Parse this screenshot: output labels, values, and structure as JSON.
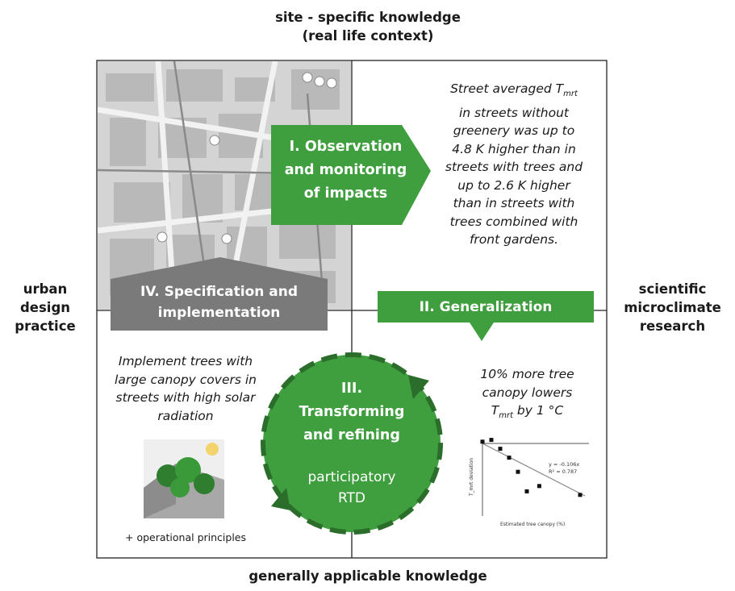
{
  "axes": {
    "top": [
      "site - specific knowledge",
      "(real life context)"
    ],
    "bottom": "generally applicable knowledge",
    "left": [
      "urban",
      "design",
      "practice"
    ],
    "right": [
      "scientific",
      "microclimate",
      "research"
    ]
  },
  "steps": {
    "observation": [
      "I. Observation",
      "and monitoring",
      "of impacts"
    ],
    "generalization": "II. Generalization",
    "transforming": [
      "III.",
      "Transforming",
      "and refining"
    ],
    "participatory": [
      "participatory",
      "RTD"
    ],
    "specification": [
      "IV. Specification and",
      "implementation"
    ]
  },
  "findings": {
    "top_right": [
      "Street averaged T",
      "mrt",
      "in streets without",
      "greenery was up to",
      "4.8 K higher than in",
      "streets with trees and",
      "up to 2.6 K higher",
      "than in streets with",
      "trees combined with",
      "front gardens."
    ],
    "bottom_right": [
      "10% more tree",
      "canopy lowers",
      "T",
      "mrt",
      " by 1 °C"
    ],
    "bottom_left": [
      "Implement trees with",
      "large canopy covers in",
      "streets with high solar",
      "radiation"
    ],
    "operational": "+ operational principles"
  },
  "scatter": {
    "equation": "y = -0.106x",
    "r2": "R² = 0.787",
    "points": [
      [
        0,
        0.1
      ],
      [
        5,
        0.2
      ],
      [
        10,
        -0.3
      ],
      [
        15,
        -0.8
      ],
      [
        20,
        -1.6
      ],
      [
        25,
        -2.7
      ],
      [
        32,
        -2.4
      ],
      [
        55,
        -2.9
      ]
    ]
  },
  "colors": {
    "green": "#3f9f3f",
    "dark_green": "#2b6d2b",
    "grey": "#7a7a7a",
    "frame": "#222222"
  }
}
